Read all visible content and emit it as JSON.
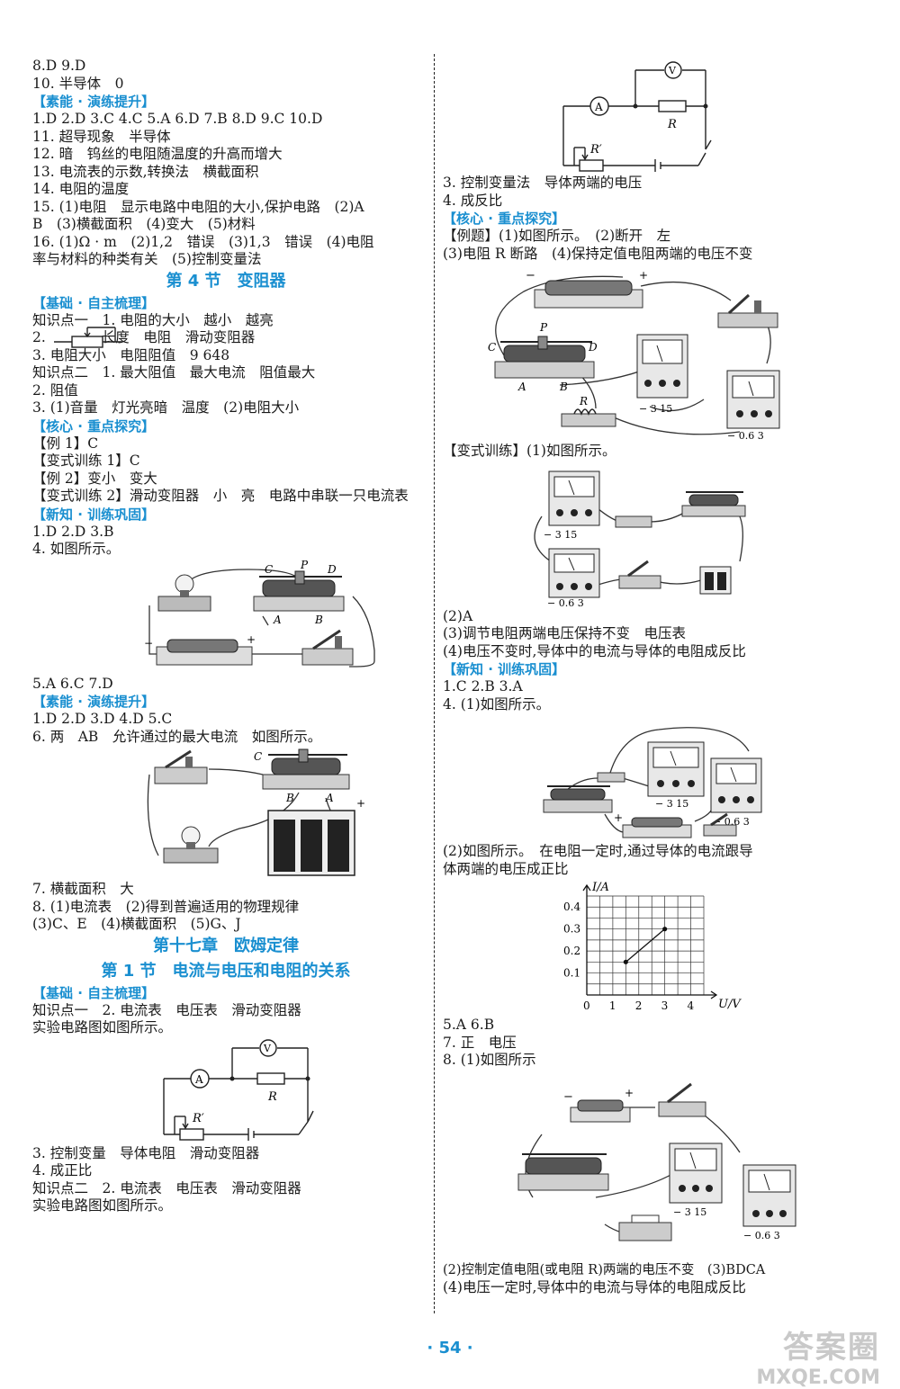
{
  "left": {
    "l01": "8.D 9.D",
    "l02": "10. 半导体　0",
    "s01": "【素能 · 演练提升】",
    "l03": "1.D 2.D 3.C 4.C 5.A 6.D 7.B 8.D 9.C 10.D",
    "l04": "11. 超导现象　半导体",
    "l05": "12. 暗　钨丝的电阻随温度的升高而增大",
    "l06": "13. 电流表的示数,转换法　横截面积",
    "l07": "14. 电阻的温度",
    "l08": "15. (1)电阻　显示电路中电阻的大小,保护电路　(2)A",
    "l09": "B　(3)横截面积　(4)变大　(5)材料",
    "l10": "16. (1)Ω · m　(2)1,2　错误　(3)1,3　错误　(4)电阻",
    "l11": "率与材料的种类有关　(5)控制变量法",
    "ch01": "第 4 节　变阻器",
    "s02": "【基础 · 自主梳理】",
    "l12": "知识点一　1. 电阻的大小　越小　越亮",
    "l13": "2.　　　　长度　电阻　滑动变阻器",
    "l14": "3. 电阻大小　电阻阻值　9 648",
    "l15": "知识点二　1. 最大阻值　最大电流　阻值最大",
    "l16": "2. 阻值",
    "l17": "3. (1)音量　灯光亮暗　温度　(2)电阻大小",
    "s03": "【核心 · 重点探究】",
    "l18": "【例 1】C",
    "l19": "【变式训练 1】C",
    "l20": "【例 2】变小　变大",
    "l21": "【变式训练 2】滑动变阻器　小　亮　电路中串联一只电流表",
    "s04": "【新知 · 训练巩固】",
    "l22": "1.D 2.D 3.B",
    "l23": "4. 如图所示。",
    "l24": "5.A 6.C 7.D",
    "s05": "【素能 · 演练提升】",
    "l25": "1.D 2.D 3.D 4.D 5.C",
    "l26": "6. 两　AB　允许通过的最大电流　如图所示。",
    "l27": "7. 横截面积　大",
    "l28": "8. (1)电流表　(2)得到普遍适用的物理规律",
    "l29": "(3)C、E　(4)横截面积　(5)G、J",
    "ch02": "第十七章　欧姆定律",
    "ch03": "第 1 节　电流与电压和电阻的关系",
    "s06": "【基础 · 自主梳理】",
    "l30": "知识点一　2. 电流表　电压表　滑动变阻器",
    "l31": "实验电路图如图所示。",
    "l32": "3. 控制变量　导体电阻　滑动变阻器",
    "l33": "4. 成正比",
    "l34": "知识点二　2. 电流表　电压表　滑动变阻器",
    "l35": "实验电路图如图所示。"
  },
  "right": {
    "r01": "3. 控制变量法　导体两端的电压",
    "r02": "4. 成反比",
    "s01": "【核心 · 重点探究】",
    "r03": "【例题】(1)如图所示。　(2)断开　左",
    "r04": "(3)电阻 R 断路　(4)保持定值电阻两端的电压不变",
    "r05": "【变式训练】(1)如图所示。",
    "r06": "(2)A",
    "r07": "(3)调节电阻两端电压保持不变　电压表",
    "r08": "(4)电压不变时,导体中的电流与导体的电阻成反比",
    "s02": "【新知 · 训练巩固】",
    "r09": "1.C 2.B 3.A",
    "r10": "4. (1)如图所示。",
    "r11": "(2)如图所示。　在电阻一定时,通过导体的电流跟导",
    "r12": "体两端的电压成正比",
    "r13": "5.A 6.B",
    "r14": "7. 正　电压",
    "r15": "8. (1)如图所示",
    "r16": "(2)控制定值电阻(或电阻 R)两端的电压不变　(3)BDCA",
    "r17": "(4)电压一定时,导体中的电流与导体的电阻成反比"
  },
  "labels": {
    "C": "C",
    "P": "P",
    "D": "D",
    "A": "A",
    "B": "B",
    "R": "R",
    "Rp": "R′",
    "V": "V",
    "Am": "A",
    "plus": "+",
    "minus": "−",
    "v315": "− 3 15",
    "a063": "− 0.6 3"
  },
  "chart_data": {
    "type": "line",
    "xlabel": "U/V",
    "ylabel": "I/A",
    "x_ticks": [
      "0",
      "1",
      "2",
      "3",
      "4"
    ],
    "y_ticks": [
      "0.1",
      "0.2",
      "0.3",
      "0.4"
    ],
    "xlim": [
      0,
      4.5
    ],
    "ylim": [
      0,
      0.45
    ],
    "grid": true,
    "series": [
      {
        "x": [
          1.5,
          3
        ],
        "y": [
          0.15,
          0.3
        ]
      }
    ]
  },
  "page_number": "· 54 ·",
  "watermark": {
    "line1": "答案圈",
    "line2": "MXQE.COM"
  }
}
